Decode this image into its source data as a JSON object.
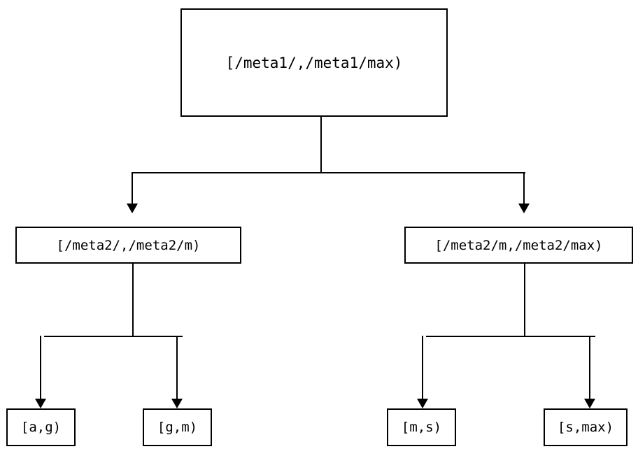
{
  "diagram": {
    "type": "tree",
    "orientation": "top-down",
    "background_color": "#ffffff",
    "stroke_color": "#000000",
    "text_color": "#000000",
    "levels": 3,
    "nodes": {
      "root": {
        "label": "[/meta1/,/meta1/max)",
        "level": 0
      },
      "mid_left": {
        "label": "[/meta2/,/meta2/m)",
        "level": 1
      },
      "mid_right": {
        "label": "[/meta2/m,/meta2/max)",
        "level": 1
      },
      "leaf_ag": {
        "label": "[a,g)",
        "level": 2
      },
      "leaf_gm": {
        "label": "[g,m)",
        "level": 2
      },
      "leaf_ms": {
        "label": "[m,s)",
        "level": 2
      },
      "leaf_smax": {
        "label": "[s,max)",
        "level": 2
      }
    },
    "edges": [
      {
        "from": "root",
        "to": "mid_left",
        "arrow": "down-triangle"
      },
      {
        "from": "root",
        "to": "mid_right",
        "arrow": "down-triangle"
      },
      {
        "from": "mid_left",
        "to": "leaf_ag",
        "arrow": "down-triangle"
      },
      {
        "from": "mid_left",
        "to": "leaf_gm",
        "arrow": "down-triangle"
      },
      {
        "from": "mid_right",
        "to": "leaf_ms",
        "arrow": "down-triangle"
      },
      {
        "from": "mid_right",
        "to": "leaf_smax",
        "arrow": "down-triangle"
      }
    ]
  }
}
